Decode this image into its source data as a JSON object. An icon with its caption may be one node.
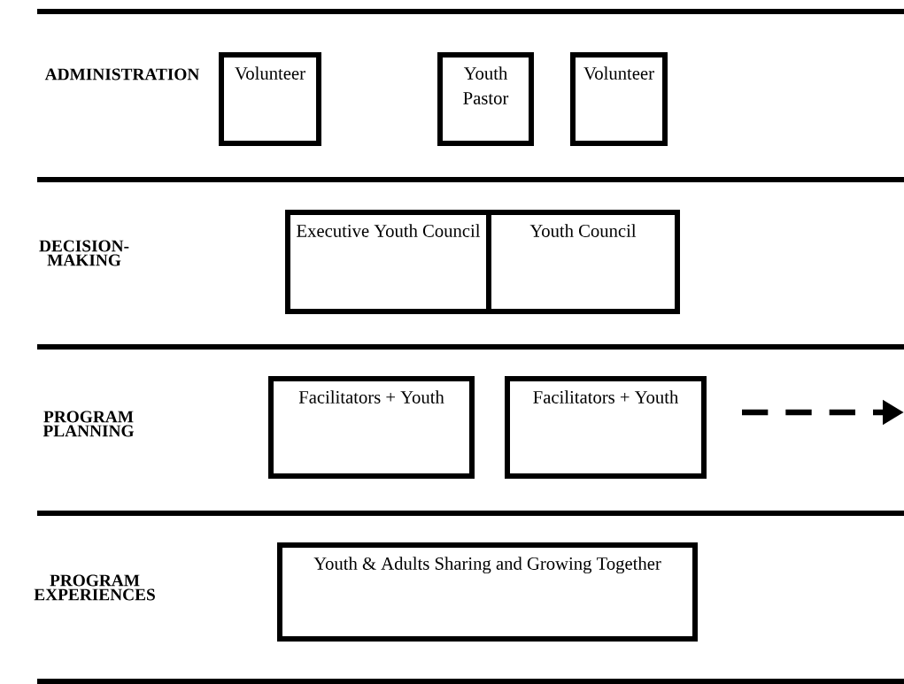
{
  "diagram": {
    "nodes": [
      {
        "text": [
          "Volunteer"
        ]
      },
      {
        "text": [
          "Youth Pastor"
        ]
      },
      {
        "text": [
          "Volunteer"
        ]
      },
      {
        "text": [
          "Executive Youth Council"
        ]
      },
      {
        "text": [
          "Youth Council"
        ]
      },
      {
        "text": [
          "Facilitators + Youth"
        ]
      },
      {
        "text": [
          "Facilitators + Youth"
        ]
      },
      {
        "text": [
          "Youth & Adults Sharing and Growing Together"
        ]
      }
    ],
    "labels": [
      "ADMINISTRATION",
      "DECISION-MAKING",
      "PROGRAM PLANNING",
      "PROGRAM EXPERIENCES"
    ]
  }
}
